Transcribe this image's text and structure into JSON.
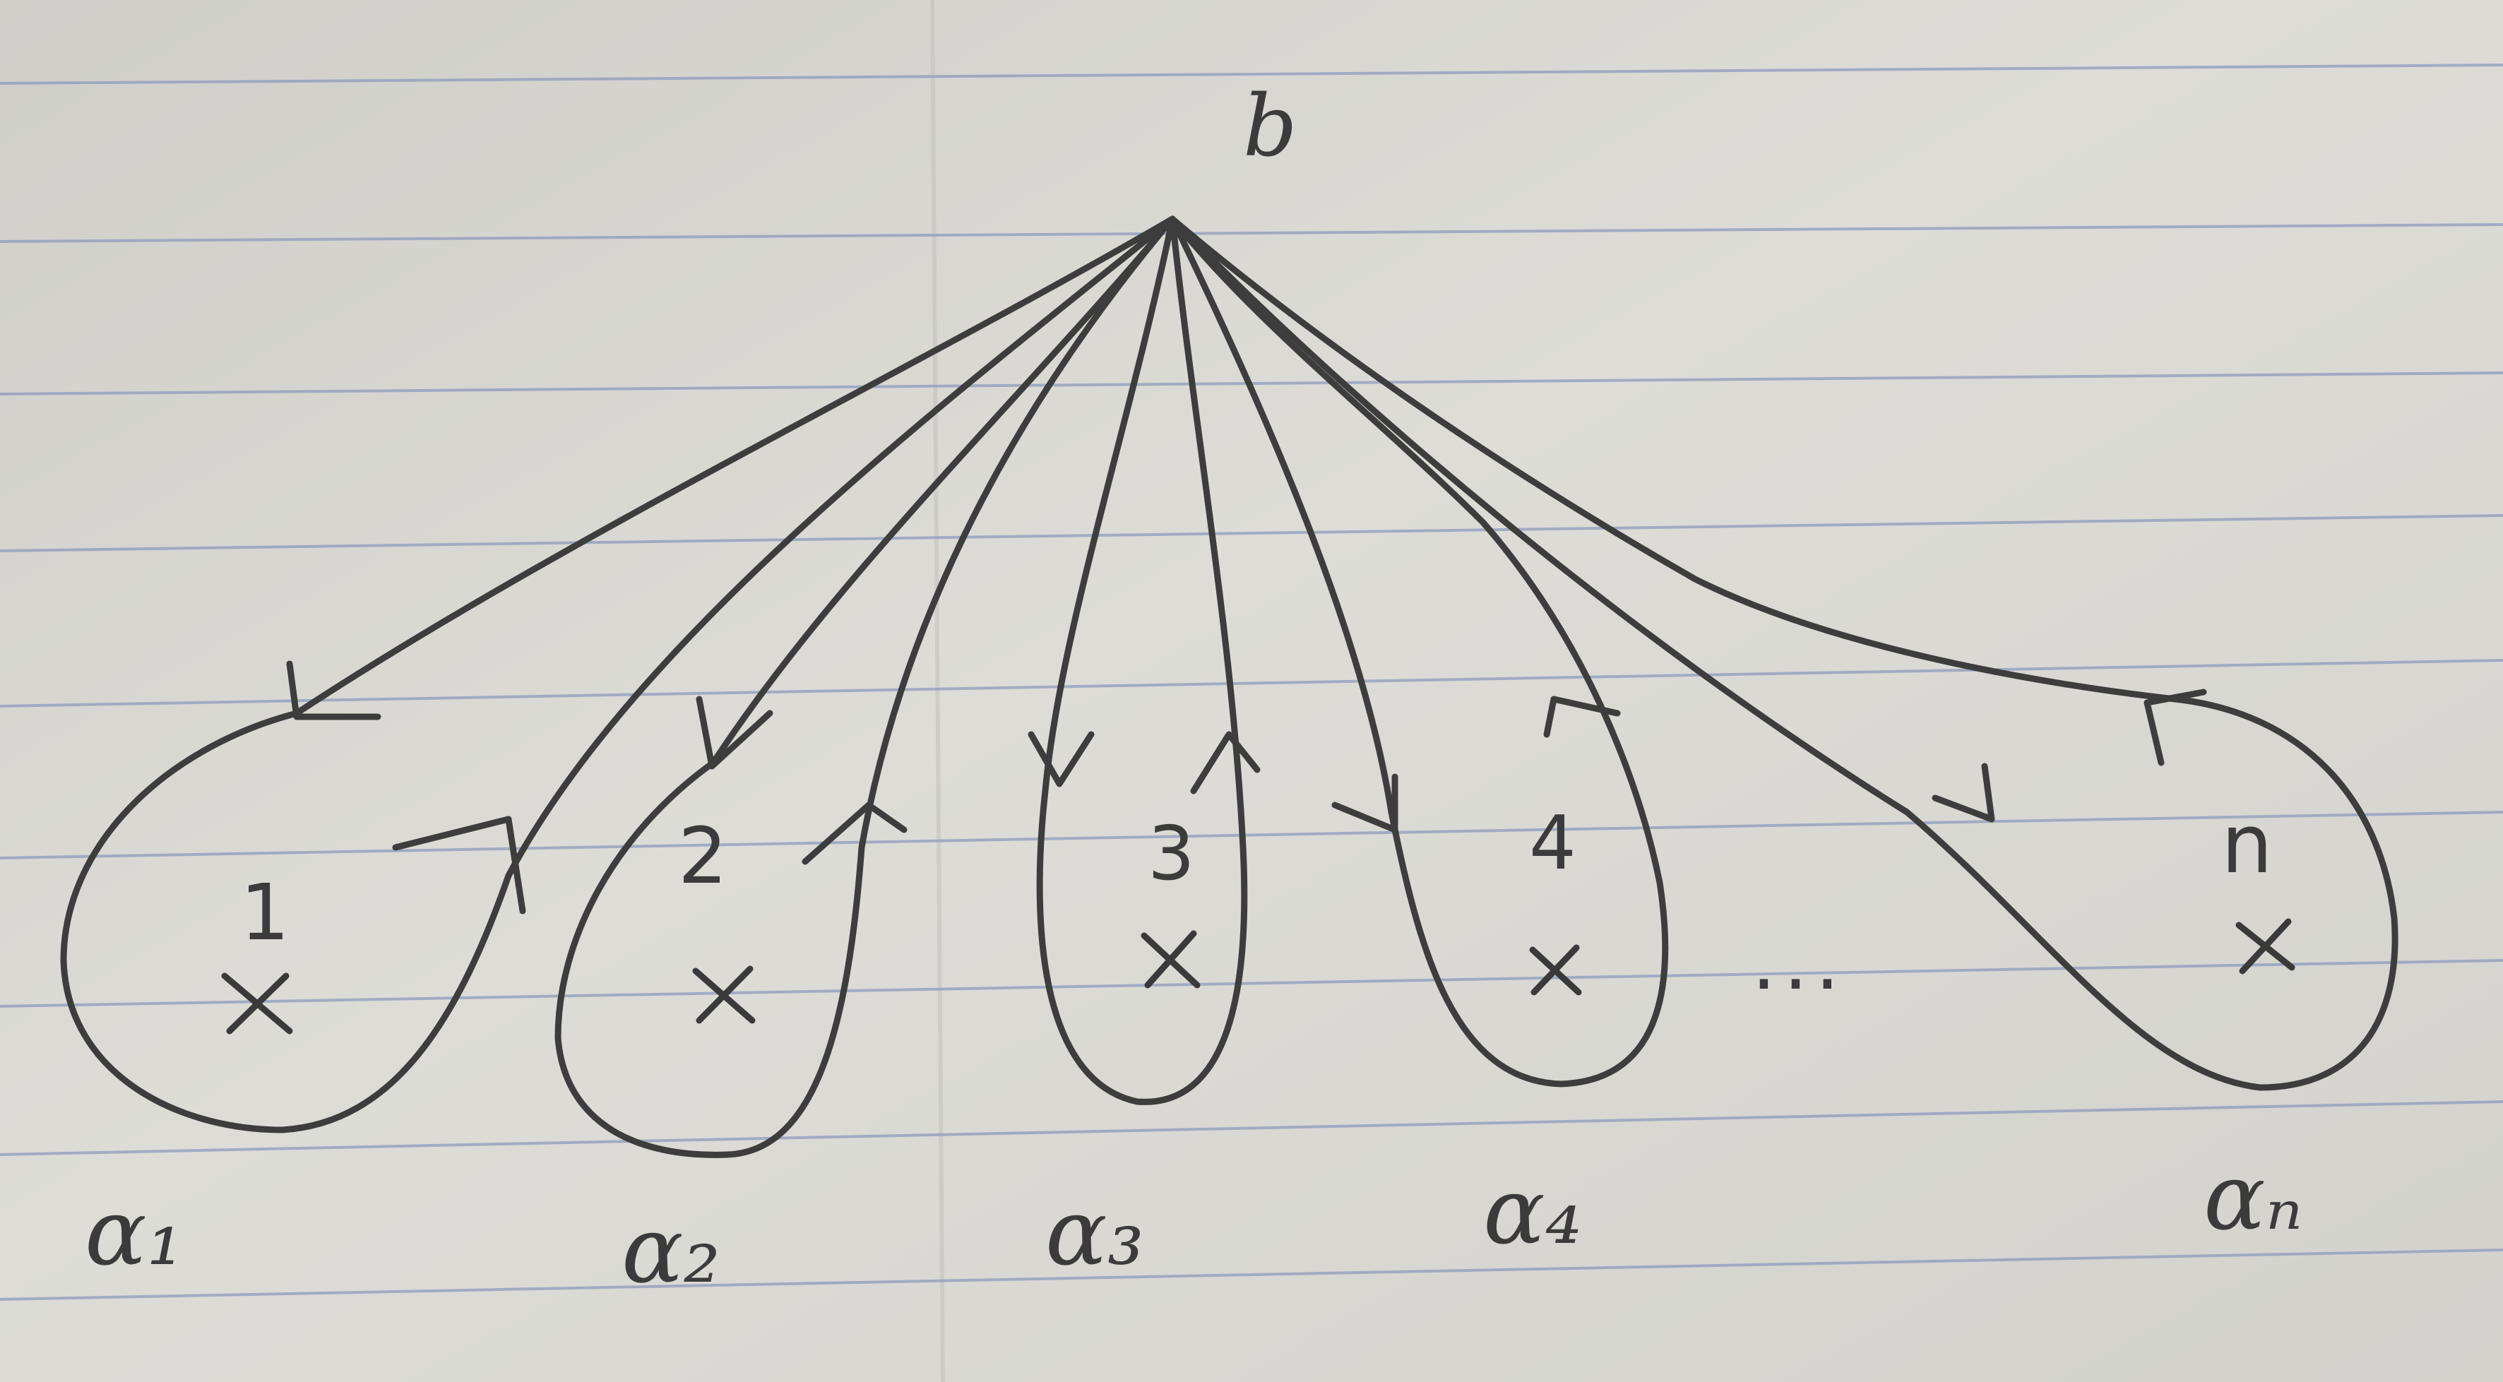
{
  "base_point": {
    "label": "b"
  },
  "loops": [
    {
      "point_label": "1",
      "loop_label": "α₁"
    },
    {
      "point_label": "2",
      "loop_label": "α₂"
    },
    {
      "point_label": "3",
      "loop_label": "α₃"
    },
    {
      "point_label": "4",
      "loop_label": "α₄"
    },
    {
      "point_label": "n",
      "loop_label": "αₙ"
    }
  ],
  "ellipsis": "...",
  "colors": {
    "paper": "#d9d8d3",
    "ruled_line": "#8f9bbd",
    "pencil": "#3d3d3d"
  }
}
